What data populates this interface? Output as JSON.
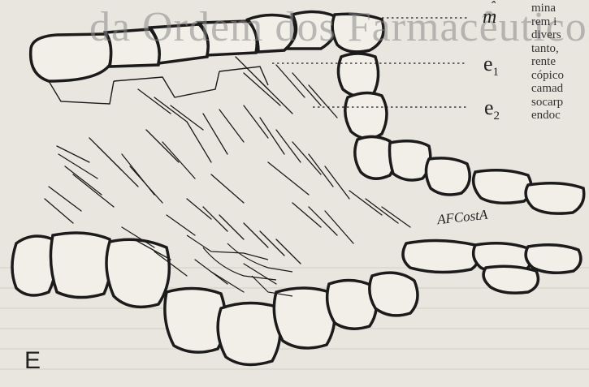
{
  "figure": {
    "labels": {
      "m": "m",
      "e1": "e",
      "e1_sub": "1",
      "e2": "e",
      "e2_sub": "2",
      "panel": "E",
      "signature": "AFCostA"
    }
  },
  "watermark": {
    "text": "da Ordem dos Farmacêuticos"
  },
  "side_text": {
    "lines": [
      "mina",
      "rem i",
      "divers",
      "tanto,",
      "rente",
      "cópico",
      "camad",
      "socarp",
      "endoc"
    ]
  },
  "colors": {
    "paper": "#e9e6df",
    "ink": "#1b1b1b",
    "watermark": "#8a8a8a"
  }
}
